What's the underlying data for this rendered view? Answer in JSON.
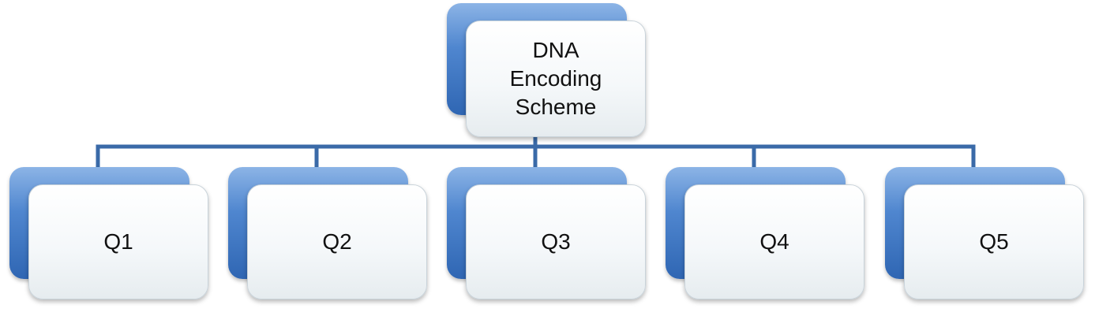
{
  "diagram": {
    "root": {
      "label": "DNA Encoding Scheme"
    },
    "children": [
      {
        "label": "Q1"
      },
      {
        "label": "Q2"
      },
      {
        "label": "Q3"
      },
      {
        "label": "Q4"
      },
      {
        "label": "Q5"
      }
    ]
  },
  "colors": {
    "accent_blue": "#3d73bf",
    "connector": "#3a6aa8",
    "box_face": "#f3f6f8"
  }
}
